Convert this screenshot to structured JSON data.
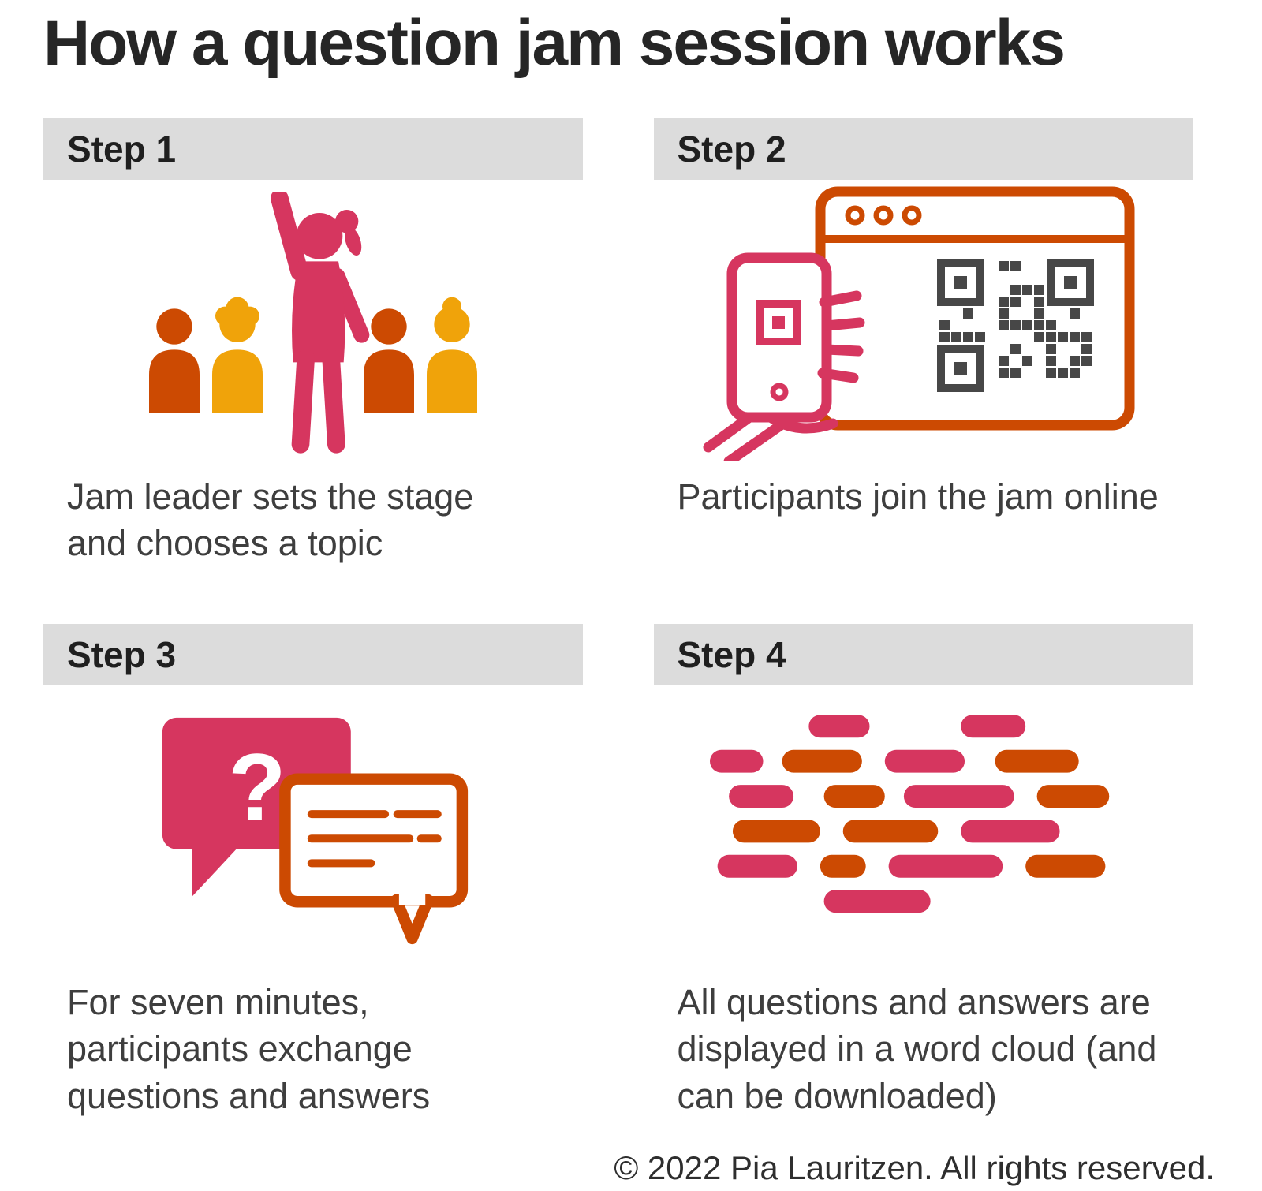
{
  "title": "How a question jam session works",
  "steps": [
    {
      "label": "Step 1",
      "caption": "Jam leader sets the stage and chooses a topic",
      "icon": "leader-crowd-icon"
    },
    {
      "label": "Step 2",
      "caption": "Participants join the jam online",
      "icon": "phone-qr-icon"
    },
    {
      "label": "Step 3",
      "caption": "For seven minutes, participants exchange questions and answers",
      "icon": "speech-bubbles-icon"
    },
    {
      "label": "Step 4",
      "caption": "All questions and answers are displayed in a word cloud (and can be downloaded)",
      "icon": "word-cloud-icon"
    }
  ],
  "footer": "© 2022 Pia Lauritzen. All rights reserved.",
  "colors": {
    "crimson": "#d6365f",
    "orange": "#cc4a02",
    "amber": "#f0a30a",
    "header_gray": "#dcdcdc",
    "qr_dark": "#474747",
    "text": "#3c3c3c"
  }
}
